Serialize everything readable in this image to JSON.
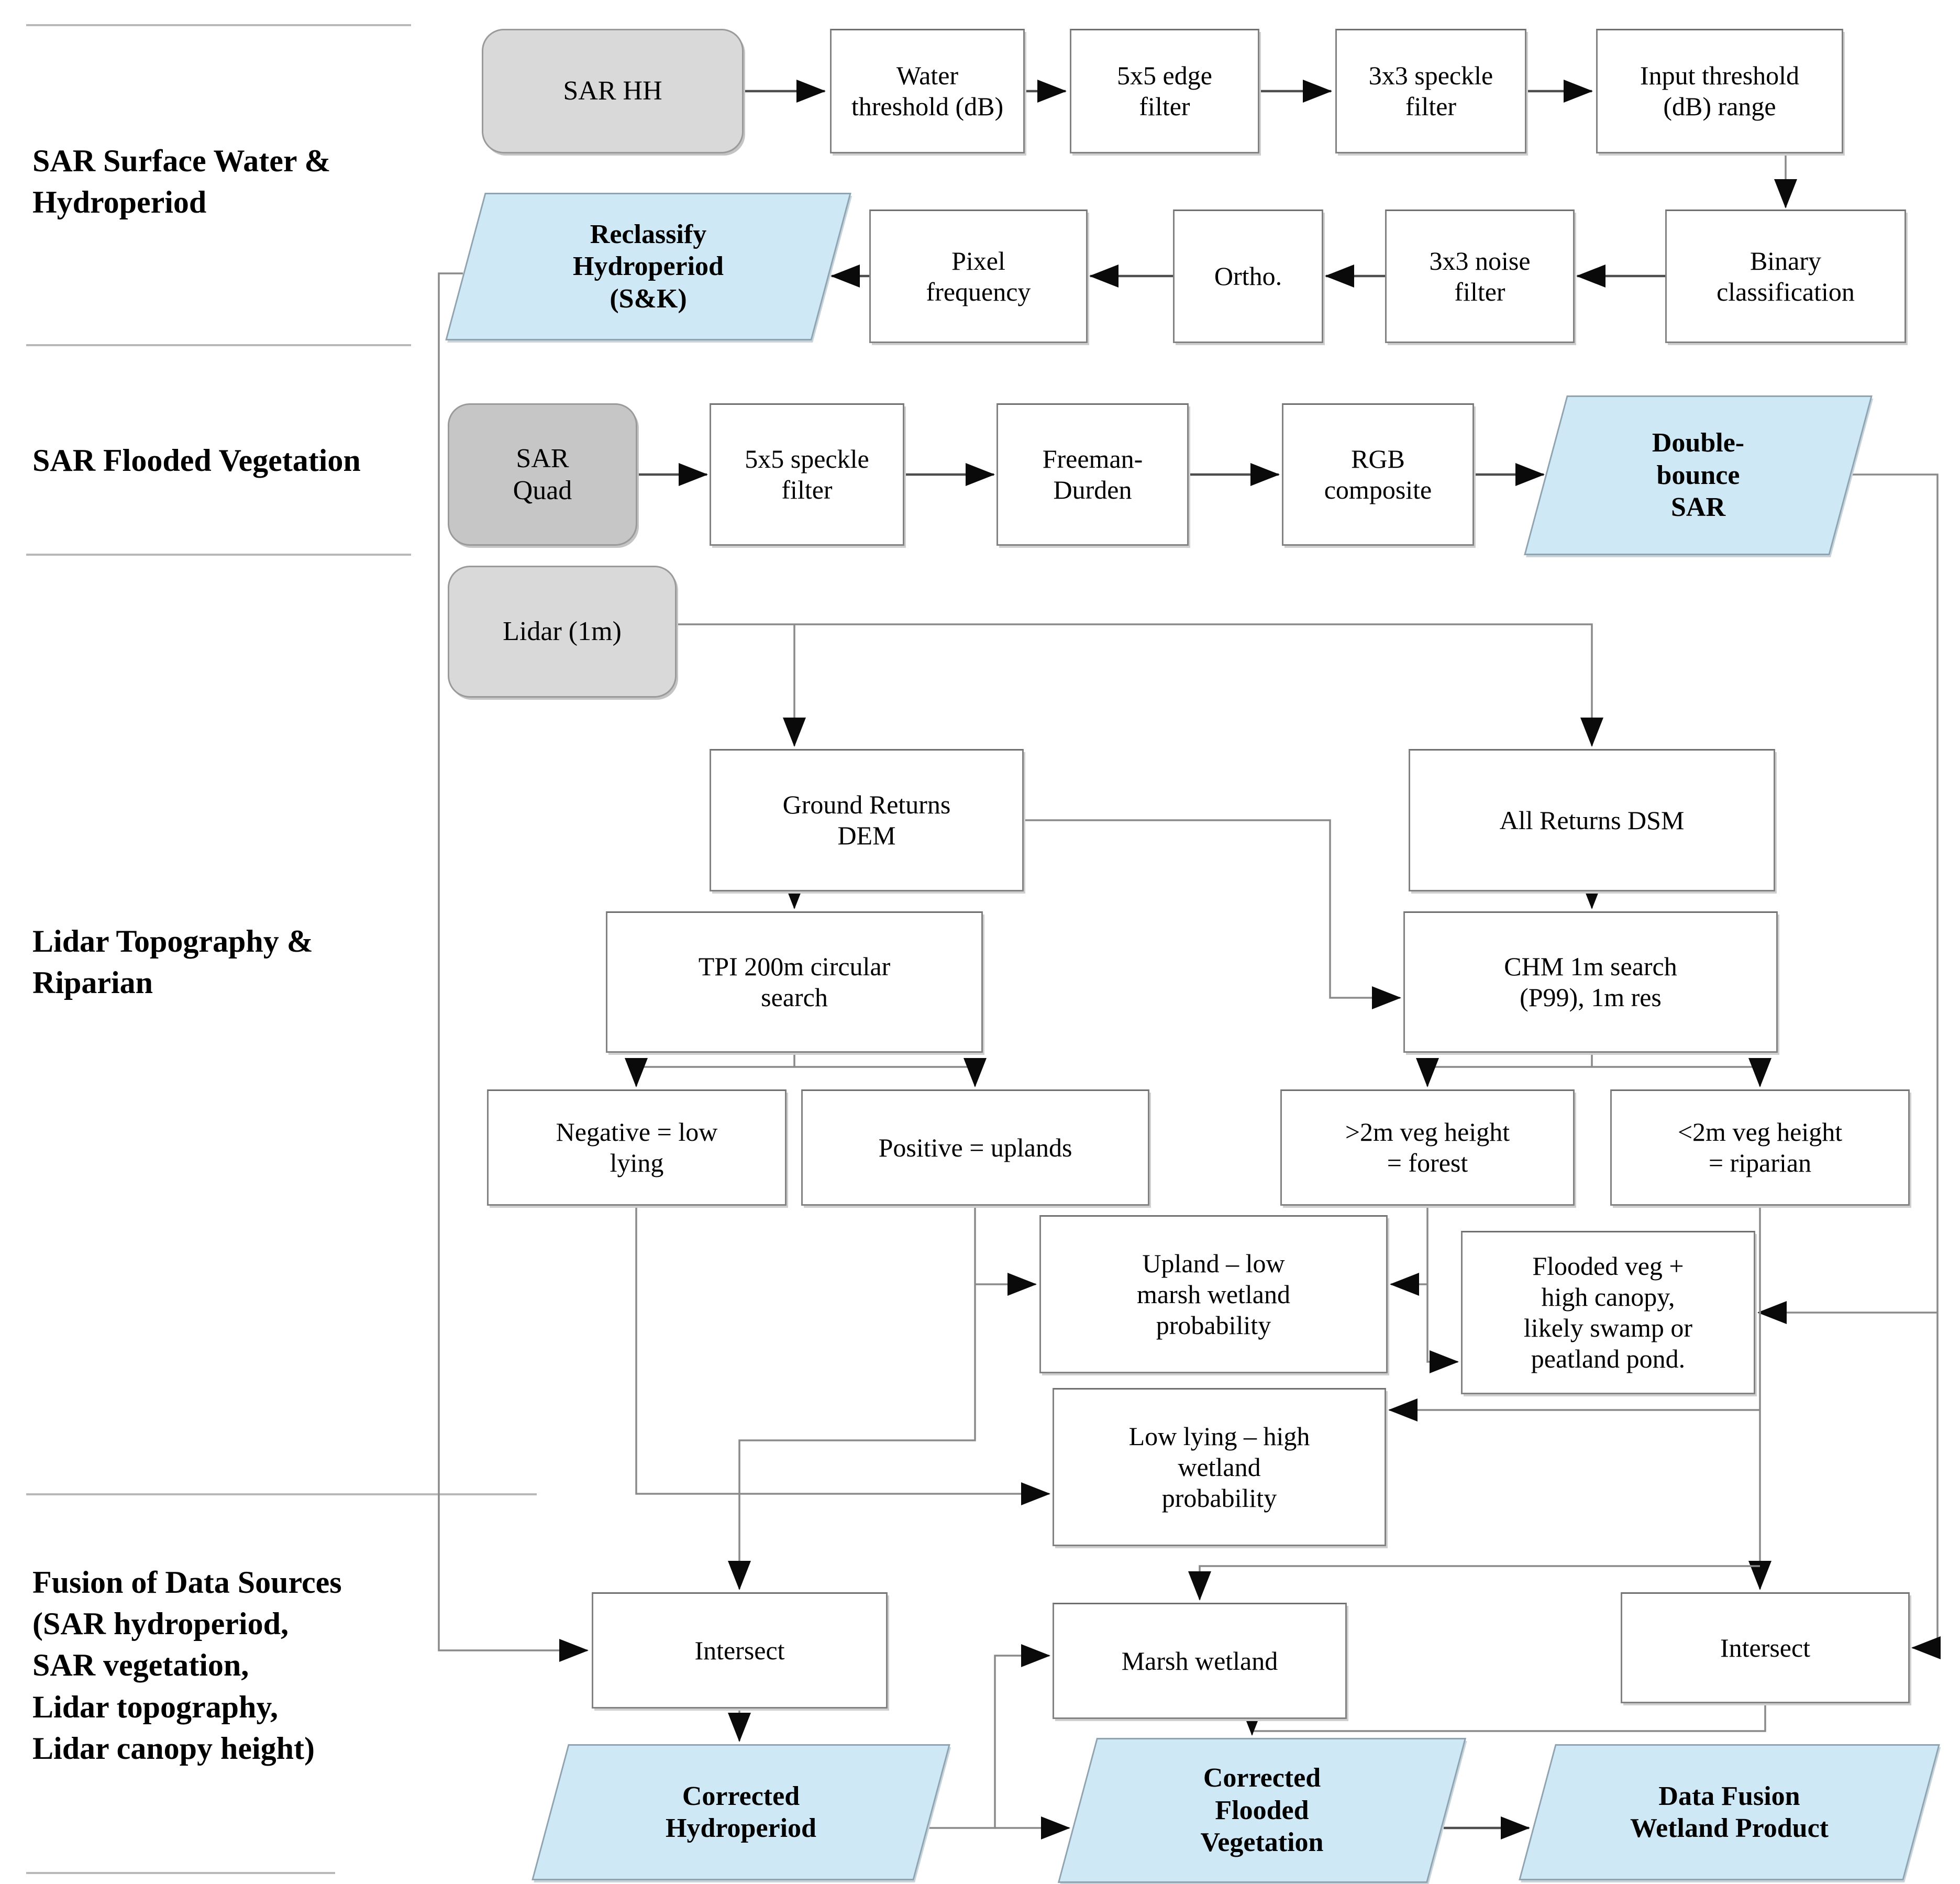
{
  "colors": {
    "process_box_fill": "#ffffff",
    "process_box_border": "#828282",
    "input_box_fill_light": "#d9d9d9",
    "input_box_fill_dark": "#c6c6c6",
    "output_parallelogram_fill": "#cfe8f6",
    "connector_gray": "#8a8a8a",
    "arrowhead_black": "#000000",
    "separator_gray": "#b8b8b8",
    "text_color": "#000000"
  },
  "sections": {
    "s1": {
      "label": "SAR Surface Water &\nHydroperiod"
    },
    "s2": {
      "label": "SAR Flooded Vegetation"
    },
    "s3": {
      "label": "Lidar Topography &\nRiparian"
    },
    "s4": {
      "label": "Fusion of Data Sources\n(SAR hydroperiod,\nSAR vegetation,\nLidar topography,\nLidar canopy height)"
    }
  },
  "nodes": {
    "sar_hh": {
      "label": "SAR HH",
      "type": "input"
    },
    "water_threshold": {
      "label": "Water\nthreshold (dB)",
      "type": "process"
    },
    "edge_filter_5x5": {
      "label": "5x5 edge\nfilter",
      "type": "process"
    },
    "speckle_filter_3x3": {
      "label": "3x3 speckle\nfilter",
      "type": "process"
    },
    "input_threshold": {
      "label": "Input threshold\n(dB) range",
      "type": "process"
    },
    "binary_classification": {
      "label": "Binary\nclassification",
      "type": "process"
    },
    "noise_filter_3x3": {
      "label": "3x3 noise\nfilter",
      "type": "process"
    },
    "ortho": {
      "label": "Ortho.",
      "type": "process"
    },
    "pixel_frequency": {
      "label": "Pixel\nfrequency",
      "type": "process"
    },
    "reclassify_hydroperiod": {
      "label": "Reclassify\nHydroperiod\n(S&K)",
      "type": "output"
    },
    "sar_quad": {
      "label": "SAR\nQuad",
      "type": "input"
    },
    "speckle_filter_5x5": {
      "label": "5x5 speckle\nfilter",
      "type": "process"
    },
    "freeman_durden": {
      "label": "Freeman-\nDurden",
      "type": "process"
    },
    "rgb_composite": {
      "label": "RGB\ncomposite",
      "type": "process"
    },
    "double_bounce_sar": {
      "label": "Double-\nbounce\nSAR",
      "type": "output"
    },
    "lidar_1m": {
      "label": "Lidar (1m)",
      "type": "input"
    },
    "ground_returns_dem": {
      "label": "Ground Returns\nDEM",
      "type": "process"
    },
    "all_returns_dsm": {
      "label": "All Returns DSM",
      "type": "process"
    },
    "tpi_search": {
      "label": "TPI 200m circular\nsearch",
      "type": "process"
    },
    "chm_search": {
      "label": "CHM 1m search\n(P99), 1m res",
      "type": "process"
    },
    "negative_low_lying": {
      "label": "Negative = low\nlying",
      "type": "process"
    },
    "positive_uplands": {
      "label": "Positive = uplands",
      "type": "process"
    },
    "forest_veg": {
      "label": ">2m veg height\n= forest",
      "type": "process"
    },
    "riparian_veg": {
      "label": "<2m veg height\n= riparian",
      "type": "process"
    },
    "upland_low_prob": {
      "label": "Upland – low\nmarsh wetland\nprobability",
      "type": "process"
    },
    "flooded_veg_high_canopy": {
      "label": "Flooded veg +\nhigh canopy,\nlikely swamp or\npeatland pond.",
      "type": "process"
    },
    "low_lying_high_prob": {
      "label": "Low lying – high\nwetland\nprobability",
      "type": "process"
    },
    "intersect_left": {
      "label": "Intersect",
      "type": "process"
    },
    "marsh_wetland": {
      "label": "Marsh wetland",
      "type": "process"
    },
    "intersect_right": {
      "label": "Intersect",
      "type": "process"
    },
    "corrected_hydroperiod": {
      "label": "Corrected\nHydroperiod",
      "type": "output"
    },
    "corrected_flooded_vegetation": {
      "label": "Corrected\nFlooded\nVegetation",
      "type": "output"
    },
    "data_fusion_wetland_product": {
      "label": "Data Fusion\nWetland Product",
      "type": "output"
    }
  }
}
